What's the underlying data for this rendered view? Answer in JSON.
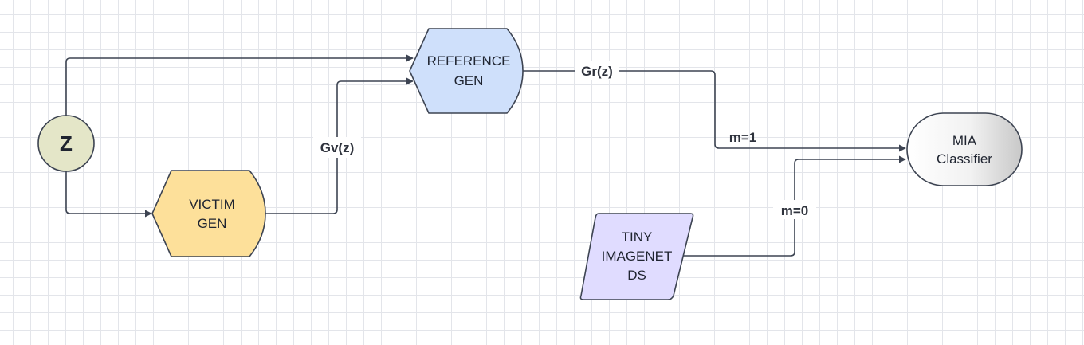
{
  "nodes": {
    "z": {
      "label": "Z",
      "color": "#e4e6c8"
    },
    "reference_gen": {
      "line1": "REFERENCE",
      "line2": "GEN",
      "color": "#cfe0fb"
    },
    "victim_gen": {
      "line1": "VICTIM",
      "line2": "GEN",
      "color": "#fde09a"
    },
    "mia_classifier": {
      "line1": "MIA",
      "line2": "Classifier",
      "color": "#eeeeee"
    },
    "tiny_imagenet": {
      "line1": "TINY",
      "line2": "IMAGENET",
      "line3": "DS",
      "color": "#e0dcff"
    }
  },
  "edges": {
    "victim_to_reference": {
      "label": "Gv(z)"
    },
    "reference_to_classifier": {
      "label": "Gr(z)",
      "label2": "m=1"
    },
    "dataset_to_classifier": {
      "label": "m=0"
    }
  },
  "colors": {
    "edge": "#3d4452",
    "grid": "#e3e5ea",
    "shape_border": "#3d4452"
  }
}
